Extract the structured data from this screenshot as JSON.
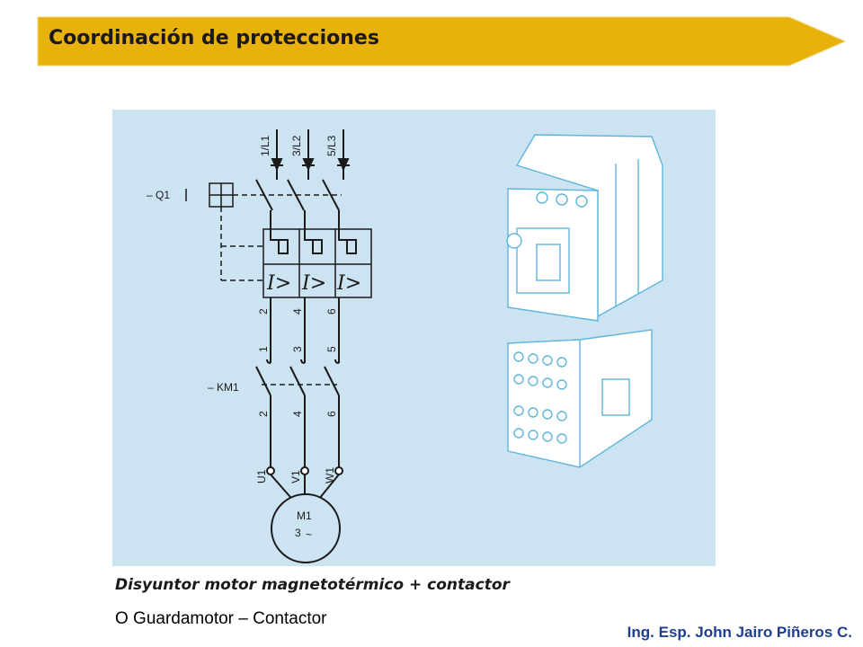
{
  "header": {
    "title": "Coordinación de protecciones"
  },
  "diagram": {
    "phase_labels": [
      "1/L1",
      "3/L2",
      "5/L3"
    ],
    "breaker_label": "– Q1",
    "breaker_trip_symbol": "I>",
    "breaker_terminals_out": [
      "2",
      "4",
      "6"
    ],
    "contactor_terminals_in": [
      "1",
      "3",
      "5"
    ],
    "contactor_label": "– KM1",
    "contactor_terminals_out": [
      "2",
      "4",
      "6"
    ],
    "motor_terminals": [
      "U1",
      "V1",
      "W1"
    ],
    "motor_name": "M1",
    "motor_phases": "3",
    "motor_ac_symbol": "~"
  },
  "caption": "Disyuntor motor magnetotérmico + contactor",
  "subtitle": "O Guardamotor – Contactor",
  "author": "Ing. Esp. John Jairo Piñeros C.",
  "colors": {
    "banner": "#e8b10c",
    "panel": "#cce3f2",
    "line": "#1a1a1a",
    "device": "#5fb5dc"
  }
}
